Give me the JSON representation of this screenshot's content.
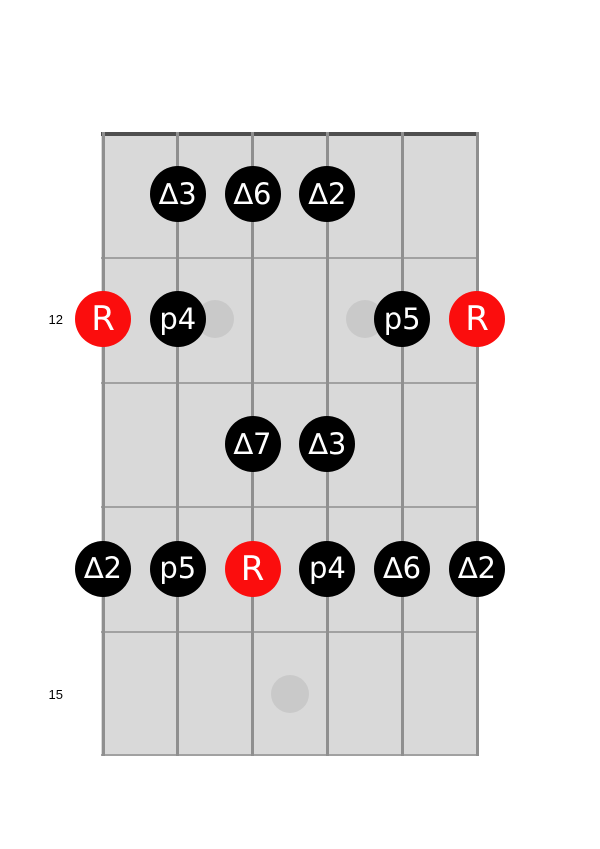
{
  "fretboard": {
    "string_count": 6,
    "fret_row_count": 5,
    "colors": {
      "board": "#d9d9d9",
      "string": "#8f8f8f",
      "fret": "#a1a1a1",
      "top_fret": "#4f4f4f",
      "inlay": "#c9c9c9",
      "note_fill": "#000000",
      "root_fill": "#fb0d0d",
      "note_text": "#ffffff",
      "fret_number_text": "#000000"
    },
    "fret_numbers": [
      {
        "label": "12",
        "row": 2
      },
      {
        "label": "15",
        "row": 5
      }
    ],
    "inlays": [
      {
        "row": 2,
        "between_strings": [
          2,
          3
        ]
      },
      {
        "row": 2,
        "between_strings": [
          4,
          5
        ]
      },
      {
        "row": 5,
        "between_strings": [
          3,
          4
        ]
      }
    ],
    "notes": [
      {
        "row": 1,
        "string": 2,
        "label": "∆3",
        "kind": "interval"
      },
      {
        "row": 1,
        "string": 3,
        "label": "∆6",
        "kind": "interval"
      },
      {
        "row": 1,
        "string": 4,
        "label": "∆2",
        "kind": "interval"
      },
      {
        "row": 2,
        "string": 1,
        "label": "R",
        "kind": "root"
      },
      {
        "row": 2,
        "string": 2,
        "label": "p4",
        "kind": "interval"
      },
      {
        "row": 2,
        "string": 5,
        "label": "p5",
        "kind": "interval"
      },
      {
        "row": 2,
        "string": 6,
        "label": "R",
        "kind": "root"
      },
      {
        "row": 3,
        "string": 3,
        "label": "∆7",
        "kind": "interval"
      },
      {
        "row": 3,
        "string": 4,
        "label": "∆3",
        "kind": "interval"
      },
      {
        "row": 4,
        "string": 1,
        "label": "∆2",
        "kind": "interval"
      },
      {
        "row": 4,
        "string": 2,
        "label": "p5",
        "kind": "interval"
      },
      {
        "row": 4,
        "string": 3,
        "label": "R",
        "kind": "root"
      },
      {
        "row": 4,
        "string": 4,
        "label": "p4",
        "kind": "interval"
      },
      {
        "row": 4,
        "string": 5,
        "label": "∆6",
        "kind": "interval"
      },
      {
        "row": 4,
        "string": 6,
        "label": "∆2",
        "kind": "interval"
      }
    ]
  }
}
